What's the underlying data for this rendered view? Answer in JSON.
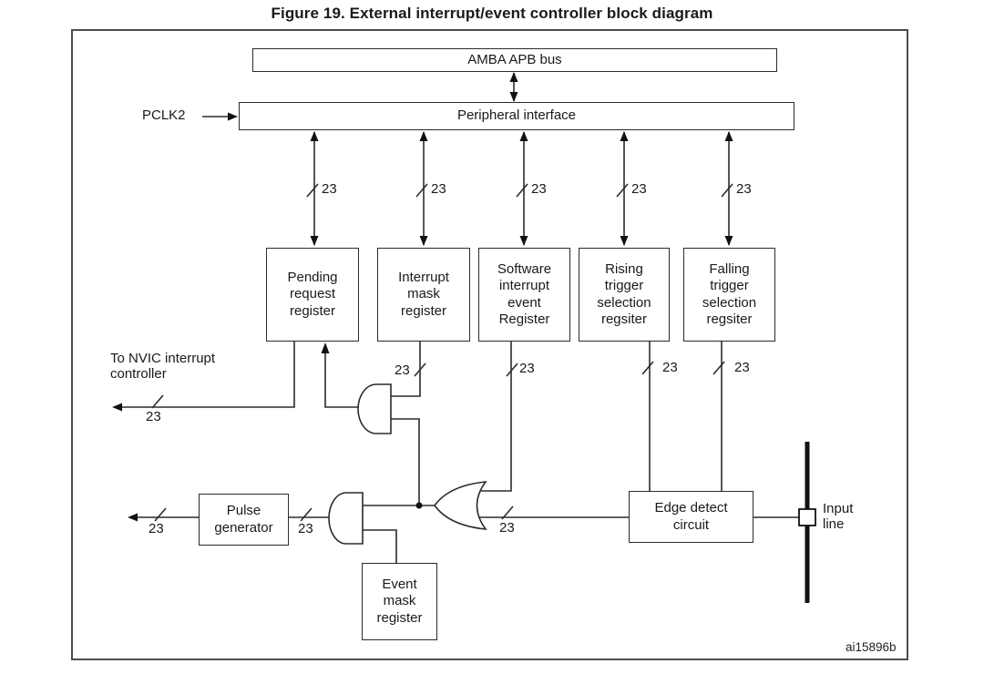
{
  "title": "Figure 19. External interrupt/event controller block diagram",
  "labels": {
    "bus_width": "23",
    "pclk2": "PCLK2",
    "nvic": "To NVIC interrupt\ncontroller",
    "input_line": "Input\nline",
    "figure_id": "ai15896b"
  },
  "blocks": {
    "amba_bus": "AMBA APB bus",
    "peripheral_interface": "Peripheral interface",
    "pending_request_register": "Pending\nrequest\nregister",
    "interrupt_mask_register": "Interrupt\nmask\nregister",
    "software_interrupt_event_register": "Software\ninterrupt\nevent\nRegister",
    "rising_trigger_selection_register": "Rising\ntrigger\nselection\nregsiter",
    "falling_trigger_selection_register": "Falling\ntrigger\nselection\nregsiter",
    "edge_detect_circuit": "Edge detect\ncircuit",
    "pulse_generator": "Pulse\ngenerator",
    "event_mask_register": "Event\nmask\nregister"
  }
}
